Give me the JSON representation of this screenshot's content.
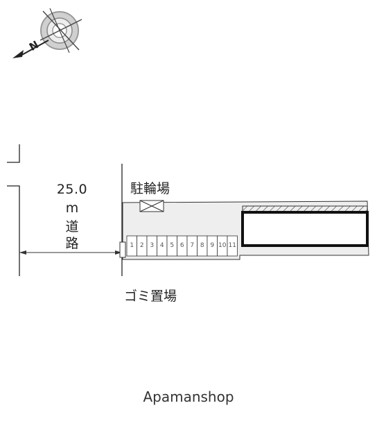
{
  "compass": {
    "icon": "north-arrow-icon",
    "label": "N"
  },
  "road": {
    "width_value": "25.0",
    "unit": "m",
    "name_line1": "道",
    "name_line2": "路"
  },
  "labels": {
    "bicycle_parking": "駐輪場",
    "garbage_area": "ゴミ置場"
  },
  "parking": {
    "slots": [
      "1",
      "2",
      "3",
      "4",
      "5",
      "6",
      "7",
      "8",
      "9",
      "10",
      "11"
    ]
  },
  "brand": "Apamanshop"
}
